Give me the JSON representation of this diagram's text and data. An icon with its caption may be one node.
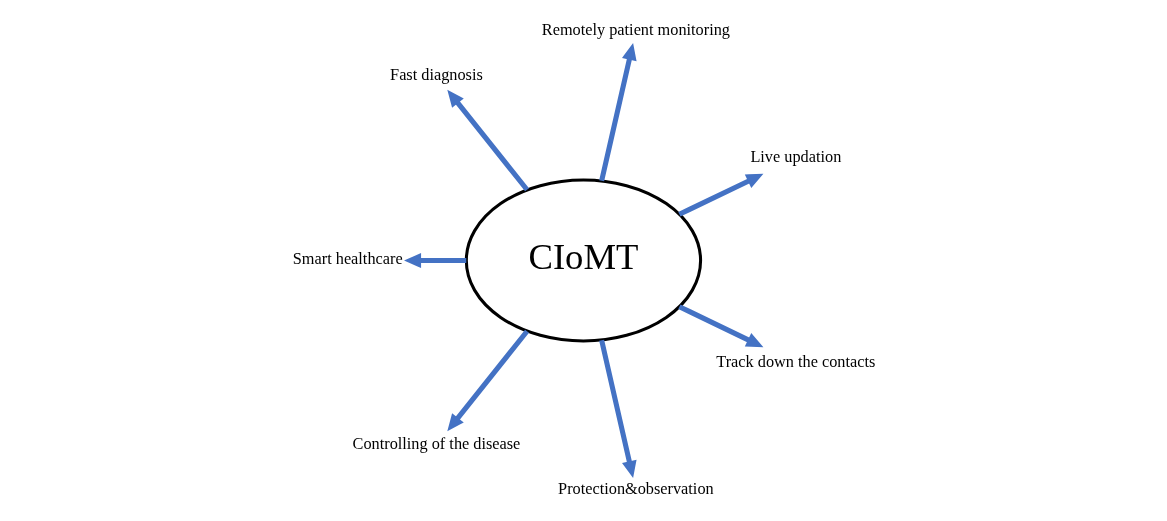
{
  "diagram": {
    "nodes": [
      {
        "text": [
          "CIoMT"
        ]
      },
      {
        "text": [
          "Live updation"
        ]
      },
      {
        "text": [
          "Remotely patient monitoring"
        ]
      },
      {
        "text": [
          "Fast diagnosis"
        ]
      },
      {
        "text": [
          "Smart healthcare"
        ]
      },
      {
        "text": [
          "Controlling of the disease"
        ]
      },
      {
        "text": [
          "Protection&observation"
        ]
      },
      {
        "text": [
          "Track down the contacts"
        ]
      }
    ],
    "edges": [
      {
        "from": 0,
        "to": 1,
        "arrow": "to"
      },
      {
        "from": 0,
        "to": 3,
        "arrow": "to"
      },
      {
        "from": 0,
        "to": 5,
        "arrow": "to"
      },
      {
        "from": 0,
        "to": 7,
        "arrow": "to"
      },
      {
        "from": 0,
        "to": 6,
        "arrow": "to"
      },
      {
        "from": 0,
        "to": 4,
        "arrow": "to"
      },
      {
        "from": 0,
        "to": 2,
        "arrow": "to"
      }
    ]
  }
}
